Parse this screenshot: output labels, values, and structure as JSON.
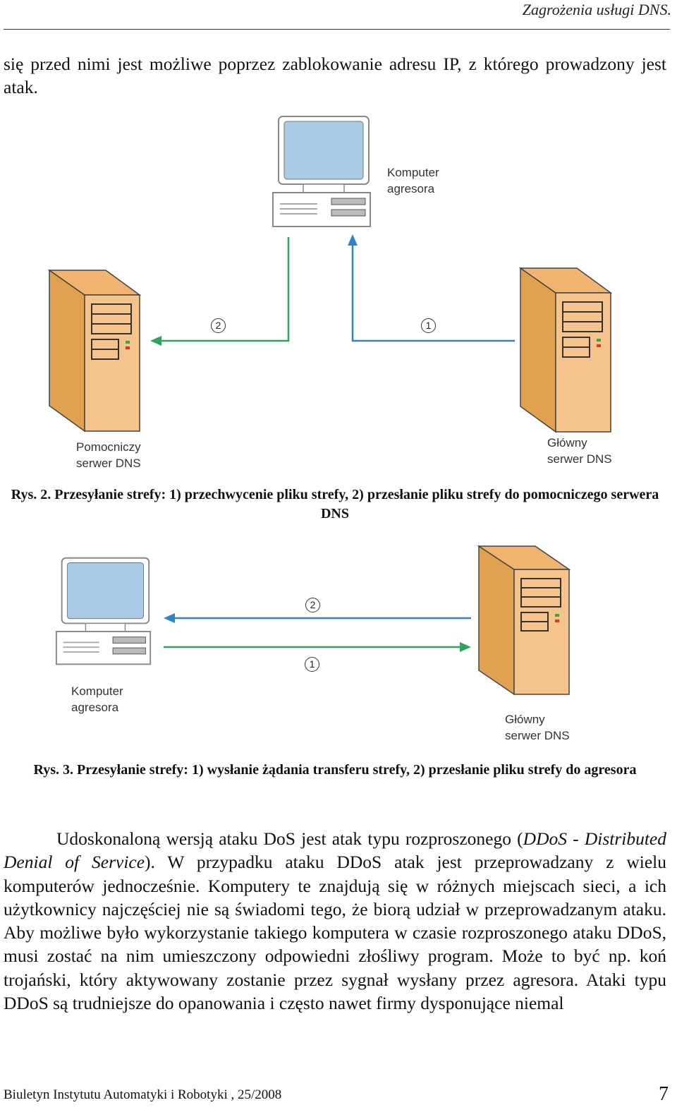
{
  "header": {
    "title": "Zagrożenia usługi DNS."
  },
  "intro_text": "się przed nimi jest możliwe poprzez zablokowanie adresu IP, z którego prowadzony jest atak.",
  "figure2": {
    "attacker_label": [
      "Komputer",
      "agresora"
    ],
    "secondary_label": [
      "Pomocniczy",
      "serwer DNS"
    ],
    "primary_label": [
      "Główny",
      "serwer DNS"
    ],
    "step1": "1",
    "step2": "2",
    "caption_prefix": "Rys. 2.",
    "caption": "Przesyłanie strefy: 1) przechwycenie pliku strefy, 2) przesłanie pliku strefy do pomocniczego serwera DNS",
    "colors": {
      "green": "#2ea35a",
      "blue": "#2a86c9",
      "server_body": "#f4c48c",
      "server_side": "#e0a150",
      "screen": "#a9cbe6"
    }
  },
  "figure3": {
    "attacker_label": [
      "Komputer",
      "agresora"
    ],
    "primary_label": [
      "Główny",
      "serwer DNS"
    ],
    "step1": "1",
    "step2": "2",
    "caption_prefix": "Rys. 3.",
    "caption": "Przesyłanie strefy: 1) wysłanie żądania transferu strefy, 2) przesłanie pliku strefy do agresora"
  },
  "body": {
    "p1_a": "Udoskonaloną wersją ataku DoS jest atak typu rozproszonego (",
    "p1_em": "DDoS - Distributed Denial of Service",
    "p1_b": "). W przypadku ataku DDoS atak jest przeprowadzany z wielu komputerów jednocześnie. Komputery te znajdują się w różnych miejscach sieci, a ich użytkownicy najczęściej nie są świadomi tego, że biorą udział w przeprowadzanym ataku. Aby możliwe było wykorzystanie takiego komputera w czasie rozproszonego ataku DDoS, musi zostać na nim umieszczony odpowiedni złośliwy program. Może to być np. koń trojański, który aktywowany zostanie przez sygnał wysłany przez agresora. Ataki typu DDoS są trudniejsze do opanowania i często nawet firmy dysponujące niemal"
  },
  "footer": {
    "journal": "Biuletyn Instytutu Automatyki i Robotyki , 25/2008",
    "page": "7"
  }
}
